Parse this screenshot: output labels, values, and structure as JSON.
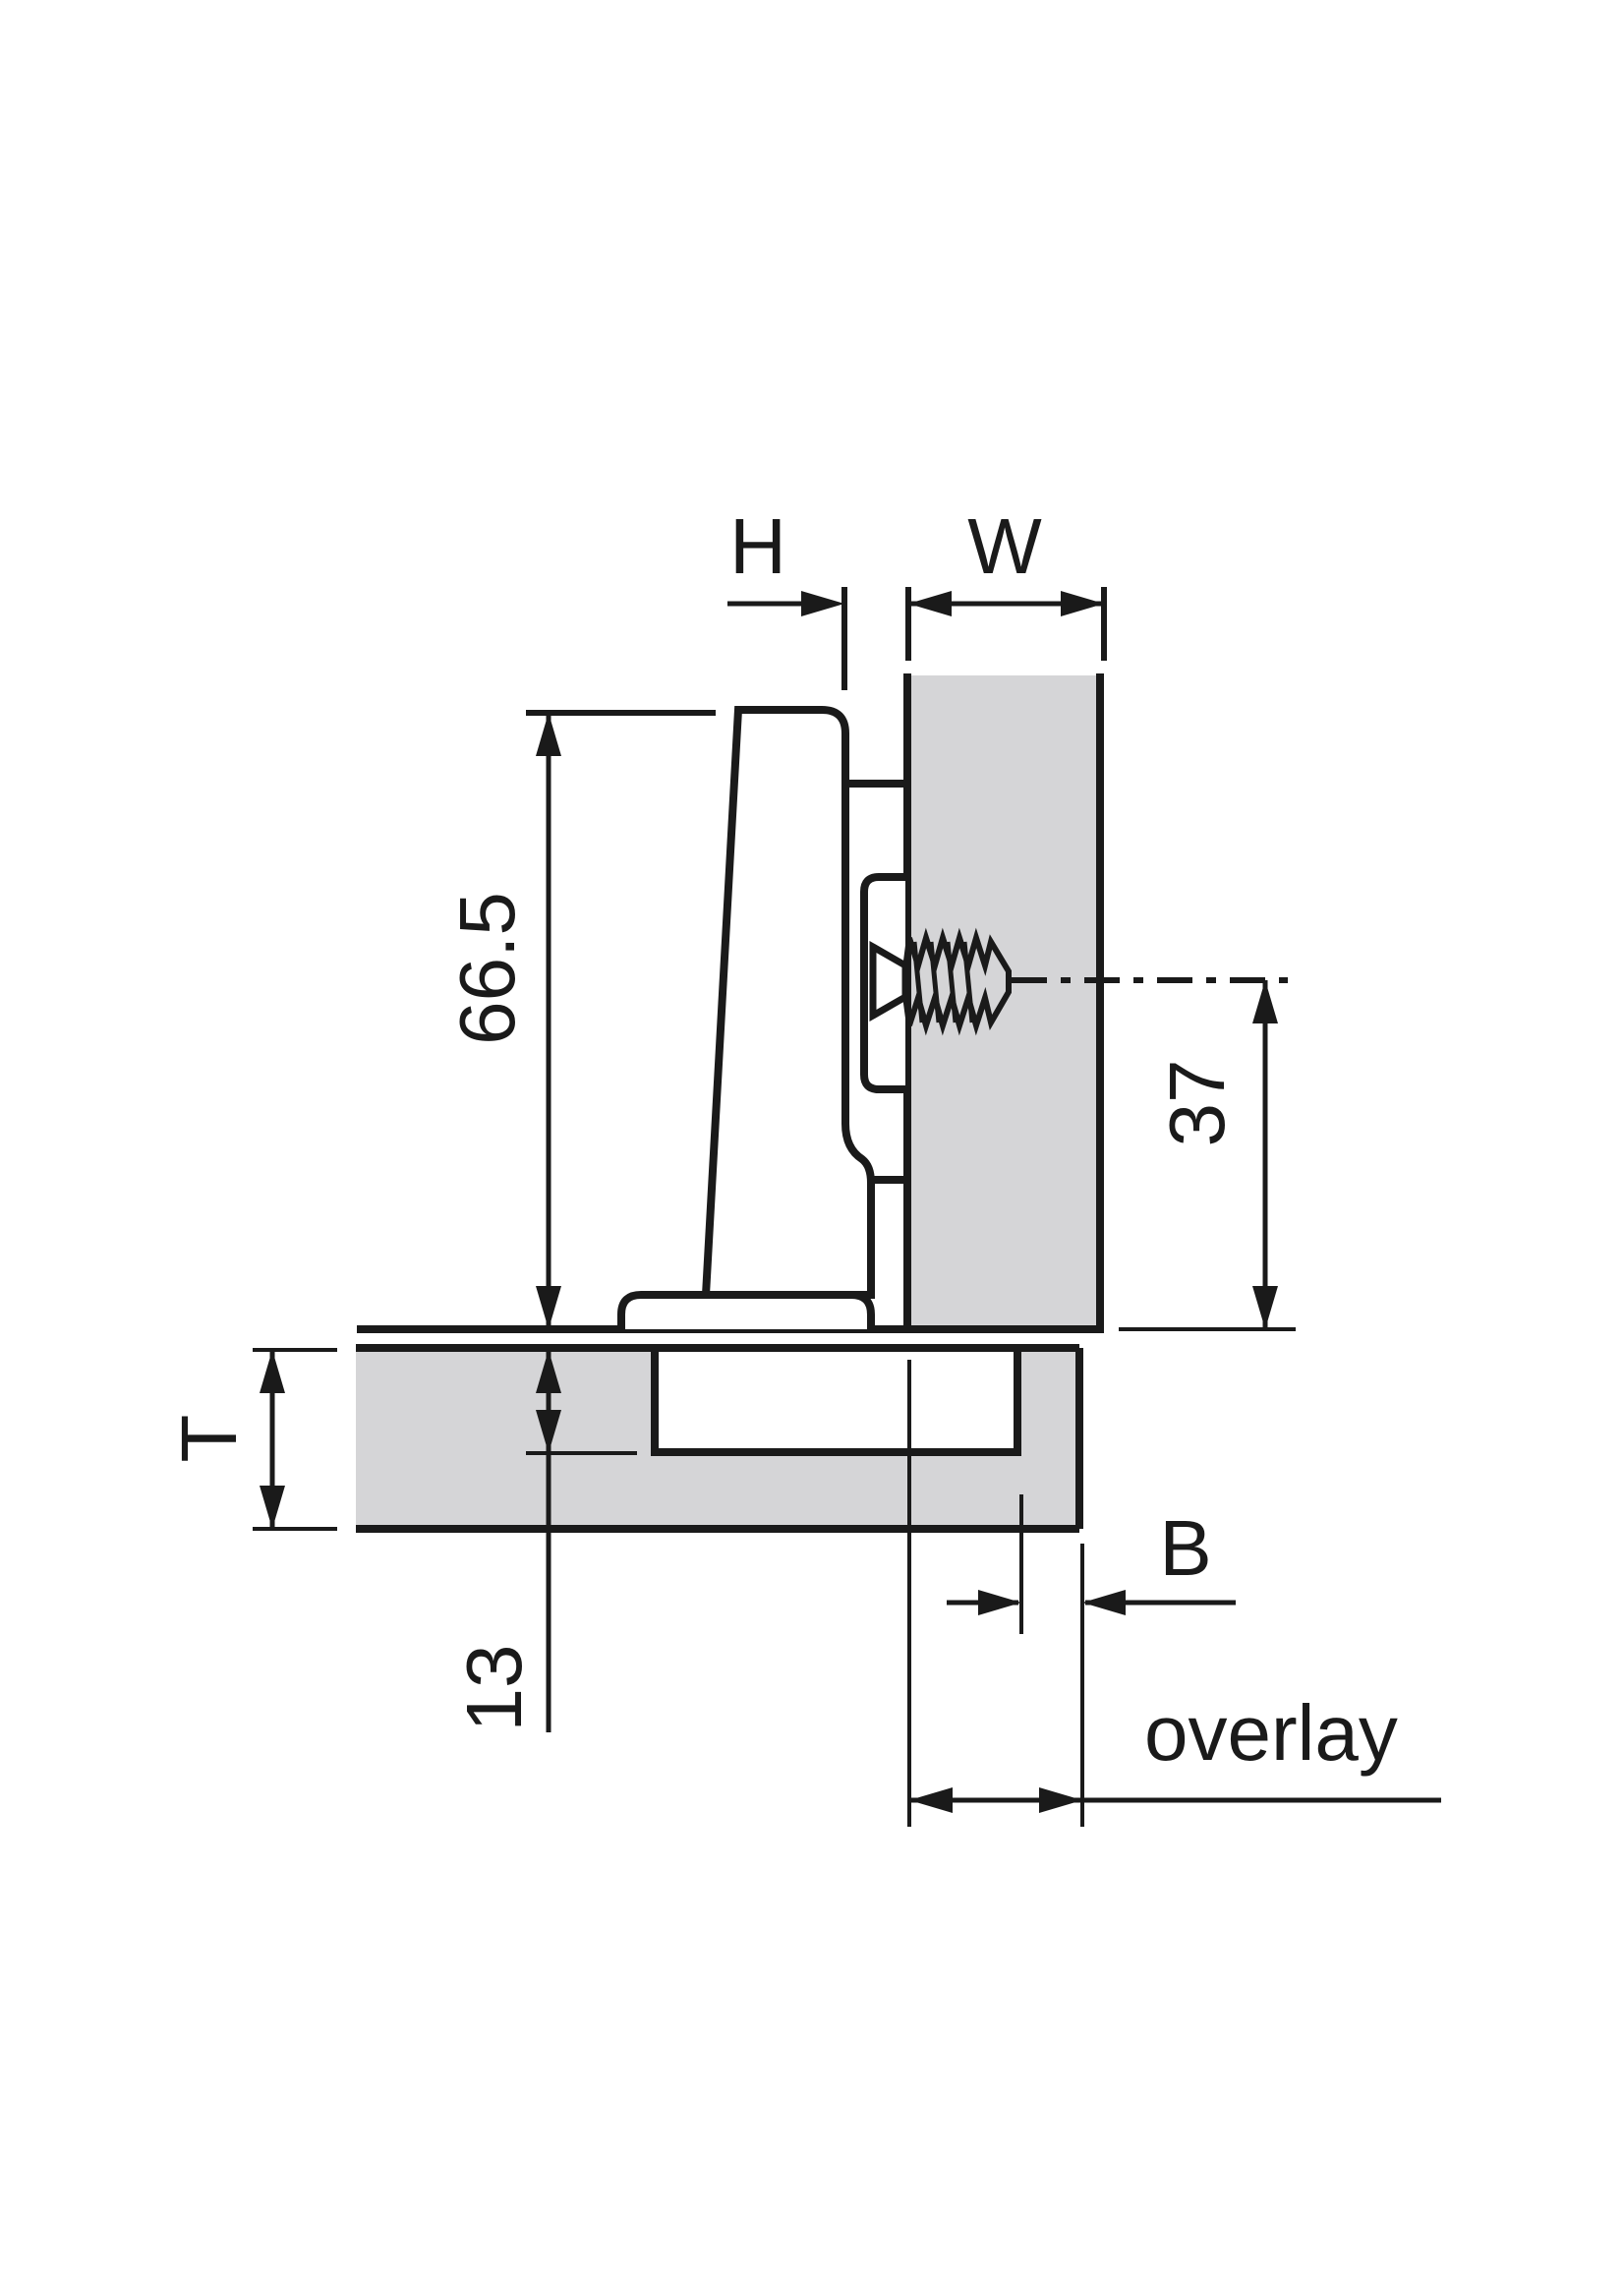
{
  "diagram": {
    "type": "technical-drawing",
    "subject": "concealed cabinet hinge cross-section with mounting dimensions",
    "labels": {
      "h": "H",
      "w": "W",
      "arm_height": "66.5",
      "screw_distance": "37",
      "t": "T",
      "cup_depth": "13",
      "b": "B",
      "overlay": "overlay"
    },
    "colors": {
      "line": "#1a1a1a",
      "panel": "#d5d5d7",
      "background": "#ffffff"
    }
  }
}
